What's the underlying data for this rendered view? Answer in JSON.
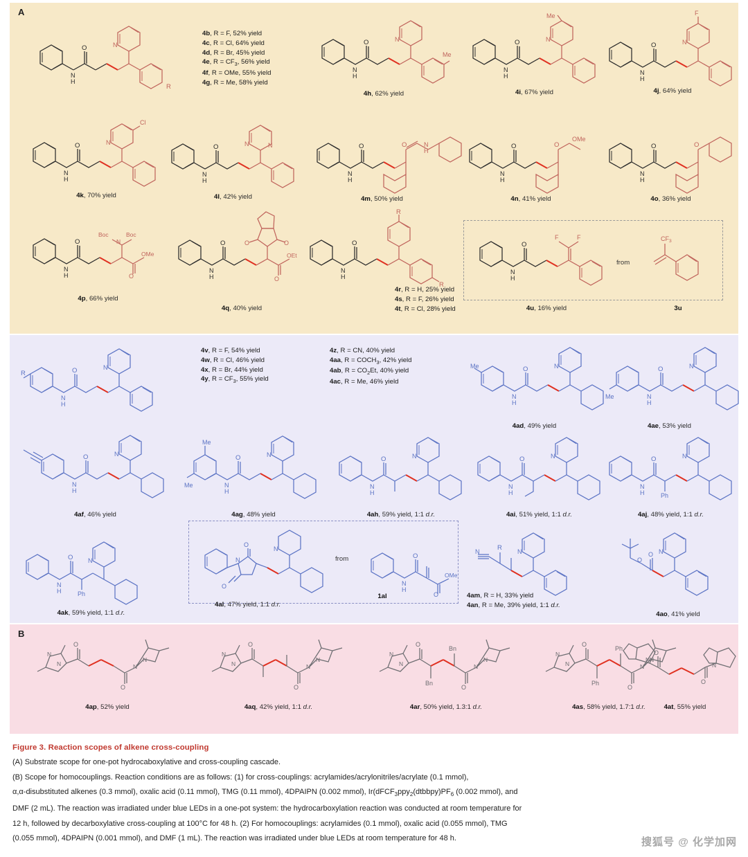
{
  "figure": {
    "panel_a_letter": "A",
    "panel_b_letter": "B",
    "title": "Figure 3. Reaction scopes of alkene cross-coupling",
    "caption_a": "(A) Substrate scope for one-pot hydrocaboxylative and cross-coupling cascade.",
    "caption_b_line1": "(B) Scope for homocouplings. Reaction conditions are as follows: (1) for cross-couplings: acrylamides/acrylonitriles/acrylate (0.1 mmol),",
    "caption_b_line2": "α,α-disubstituted alkenes (0.3 mmol), oxalic acid (0.11 mmol), TMG (0.11 mmol), 4DPAIPN (0.002 mmol), Ir(dFCF3ppy)2(dtbbpy)PF6 (0.002 mmol), and",
    "caption_b_line3": "DMF (2 mL). The reaction was irradiated under blue LEDs in a one-pot system: the hydrocarboxylation reaction was conducted at room temperature for",
    "caption_b_line4": "12 h, followed by decarboxylative cross-coupling at 100°C for 48 h. (2) For homocouplings: acrylamides (0.1 mmol), oxalic acid (0.055 mmol), TMG",
    "caption_b_line5": "(0.055 mmol), 4DPAIPN (0.001 mmol), and DMF (1 mL). The reaction was irradiated under blue LEDs at room temperature for 48 h.",
    "watermark": "搜狐号 @ 化学加网"
  },
  "colors": {
    "panel_a_bg": "#f7e9c8",
    "panel_b_bg": "#eceaf8",
    "panel_c_bg": "#f9dde4",
    "red_bond": "#e03020",
    "dark_red_struct": "#c0645c",
    "blue_struct": "#5b73c4",
    "gray_struct": "#6e6e72",
    "black_struct": "#2b2b2b",
    "title_red": "#c0392f"
  },
  "panel_a": {
    "entry_list_1": [
      {
        "id": "4b",
        "r": "R = F",
        "yield": "52% yield"
      },
      {
        "id": "4c",
        "r": "R = Cl",
        "yield": "64% yield"
      },
      {
        "id": "4d",
        "r": "R = Br",
        "yield": "45% yield"
      },
      {
        "id": "4e",
        "r": "R = CF3",
        "yield": "56% yield"
      },
      {
        "id": "4f",
        "r": "R = OMe",
        "yield": "55% yield"
      },
      {
        "id": "4g",
        "r": "R = Me",
        "yield": "58% yield"
      }
    ],
    "entry_list_2": [
      {
        "id": "4r",
        "r": "R = H",
        "yield": "25% yield"
      },
      {
        "id": "4s",
        "r": "R = F",
        "yield": "26% yield"
      },
      {
        "id": "4t",
        "r": "R = Cl",
        "yield": "28% yield"
      }
    ],
    "items": [
      {
        "id": "4h",
        "label": "4h, 62% yield"
      },
      {
        "id": "4i",
        "label": "4i, 67% yield"
      },
      {
        "id": "4j",
        "label": "4j, 64% yield"
      },
      {
        "id": "4k",
        "label": "4k, 70% yield"
      },
      {
        "id": "4l",
        "label": "4l, 42% yield"
      },
      {
        "id": "4m",
        "label": "4m, 50% yield"
      },
      {
        "id": "4n",
        "label": "4n, 41% yield"
      },
      {
        "id": "4o",
        "label": "4o, 36% yield"
      },
      {
        "id": "4p",
        "label": "4p, 66% yield"
      },
      {
        "id": "4q",
        "label": "4q, 40% yield"
      },
      {
        "id": "4u",
        "label": "4u, 16% yield"
      },
      {
        "id": "3u",
        "label": "3u"
      }
    ],
    "from_word": "from"
  },
  "panel_b": {
    "entry_list_1": [
      {
        "id": "4v",
        "r": "R = F",
        "yield": "54% yield"
      },
      {
        "id": "4w",
        "r": "R = Cl",
        "yield": "46% yield"
      },
      {
        "id": "4x",
        "r": "R = Br",
        "yield": "44% yield"
      },
      {
        "id": "4y",
        "r": "R = CF3",
        "yield": "55% yield"
      }
    ],
    "entry_list_2": [
      {
        "id": "4z",
        "r": "R = CN",
        "yield": "40% yield"
      },
      {
        "id": "4aa",
        "r": "R = COCH3",
        "yield": "42% yield"
      },
      {
        "id": "4ab",
        "r": "R = CO2Et",
        "yield": "40% yield"
      },
      {
        "id": "4ac",
        "r": "R = Me",
        "yield": "46% yield"
      }
    ],
    "entry_list_3": [
      {
        "id": "4am",
        "r": "R = H",
        "yield": "33% yield"
      },
      {
        "id": "4an",
        "r": "R = Me",
        "yield": "39% yield, 1:1 d.r."
      }
    ],
    "items": [
      {
        "id": "4ad",
        "label": "4ad, 49% yield"
      },
      {
        "id": "4ae",
        "label": "4ae, 53% yield"
      },
      {
        "id": "4af",
        "label": "4af, 46% yield"
      },
      {
        "id": "4ag",
        "label": "4ag, 48% yield"
      },
      {
        "id": "4ah",
        "label": "4ah, 59% yield, 1:1 d.r."
      },
      {
        "id": "4ai",
        "label": "4ai, 51% yield, 1:1 d.r."
      },
      {
        "id": "4aj",
        "label": "4aj, 48% yield, 1:1 d.r."
      },
      {
        "id": "4ak",
        "label": "4ak, 59% yield, 1:1 d.r."
      },
      {
        "id": "4al",
        "label": "4al, 47% yield, 1:1 d.r."
      },
      {
        "id": "1al",
        "label": "1al"
      },
      {
        "id": "4ao",
        "label": "4ao, 41% yield"
      }
    ],
    "from_word": "from"
  },
  "panel_c": {
    "items": [
      {
        "id": "4ap",
        "label": "4ap, 52% yield"
      },
      {
        "id": "4aq",
        "label": "4aq, 42% yield, 1:1 d.r."
      },
      {
        "id": "4ar",
        "label": "4ar, 50% yield, 1.3:1 d.r."
      },
      {
        "id": "4as",
        "label": "4as, 58% yield, 1.7:1 d.r."
      },
      {
        "id": "4at",
        "label": "4at, 55% yield"
      }
    ]
  }
}
